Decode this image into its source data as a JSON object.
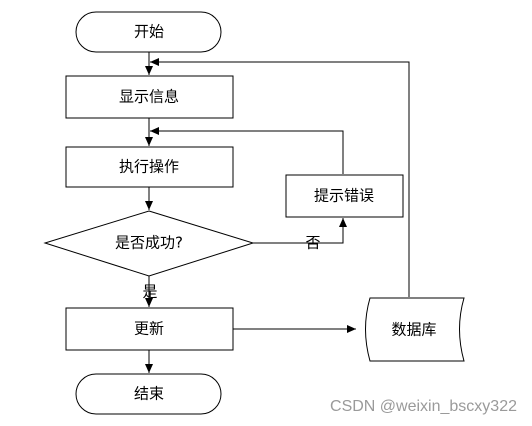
{
  "flowchart": {
    "nodes": {
      "start": "开始",
      "show_info": "显示信息",
      "execute": "执行操作",
      "decision": "是否成功?",
      "show_error": "提示错误",
      "update": "更新",
      "database": "数据库",
      "end": "结束"
    },
    "edges": {
      "no_label": "否",
      "yes_label": "是"
    }
  },
  "watermark": "CSDN @weixin_bscxy322"
}
